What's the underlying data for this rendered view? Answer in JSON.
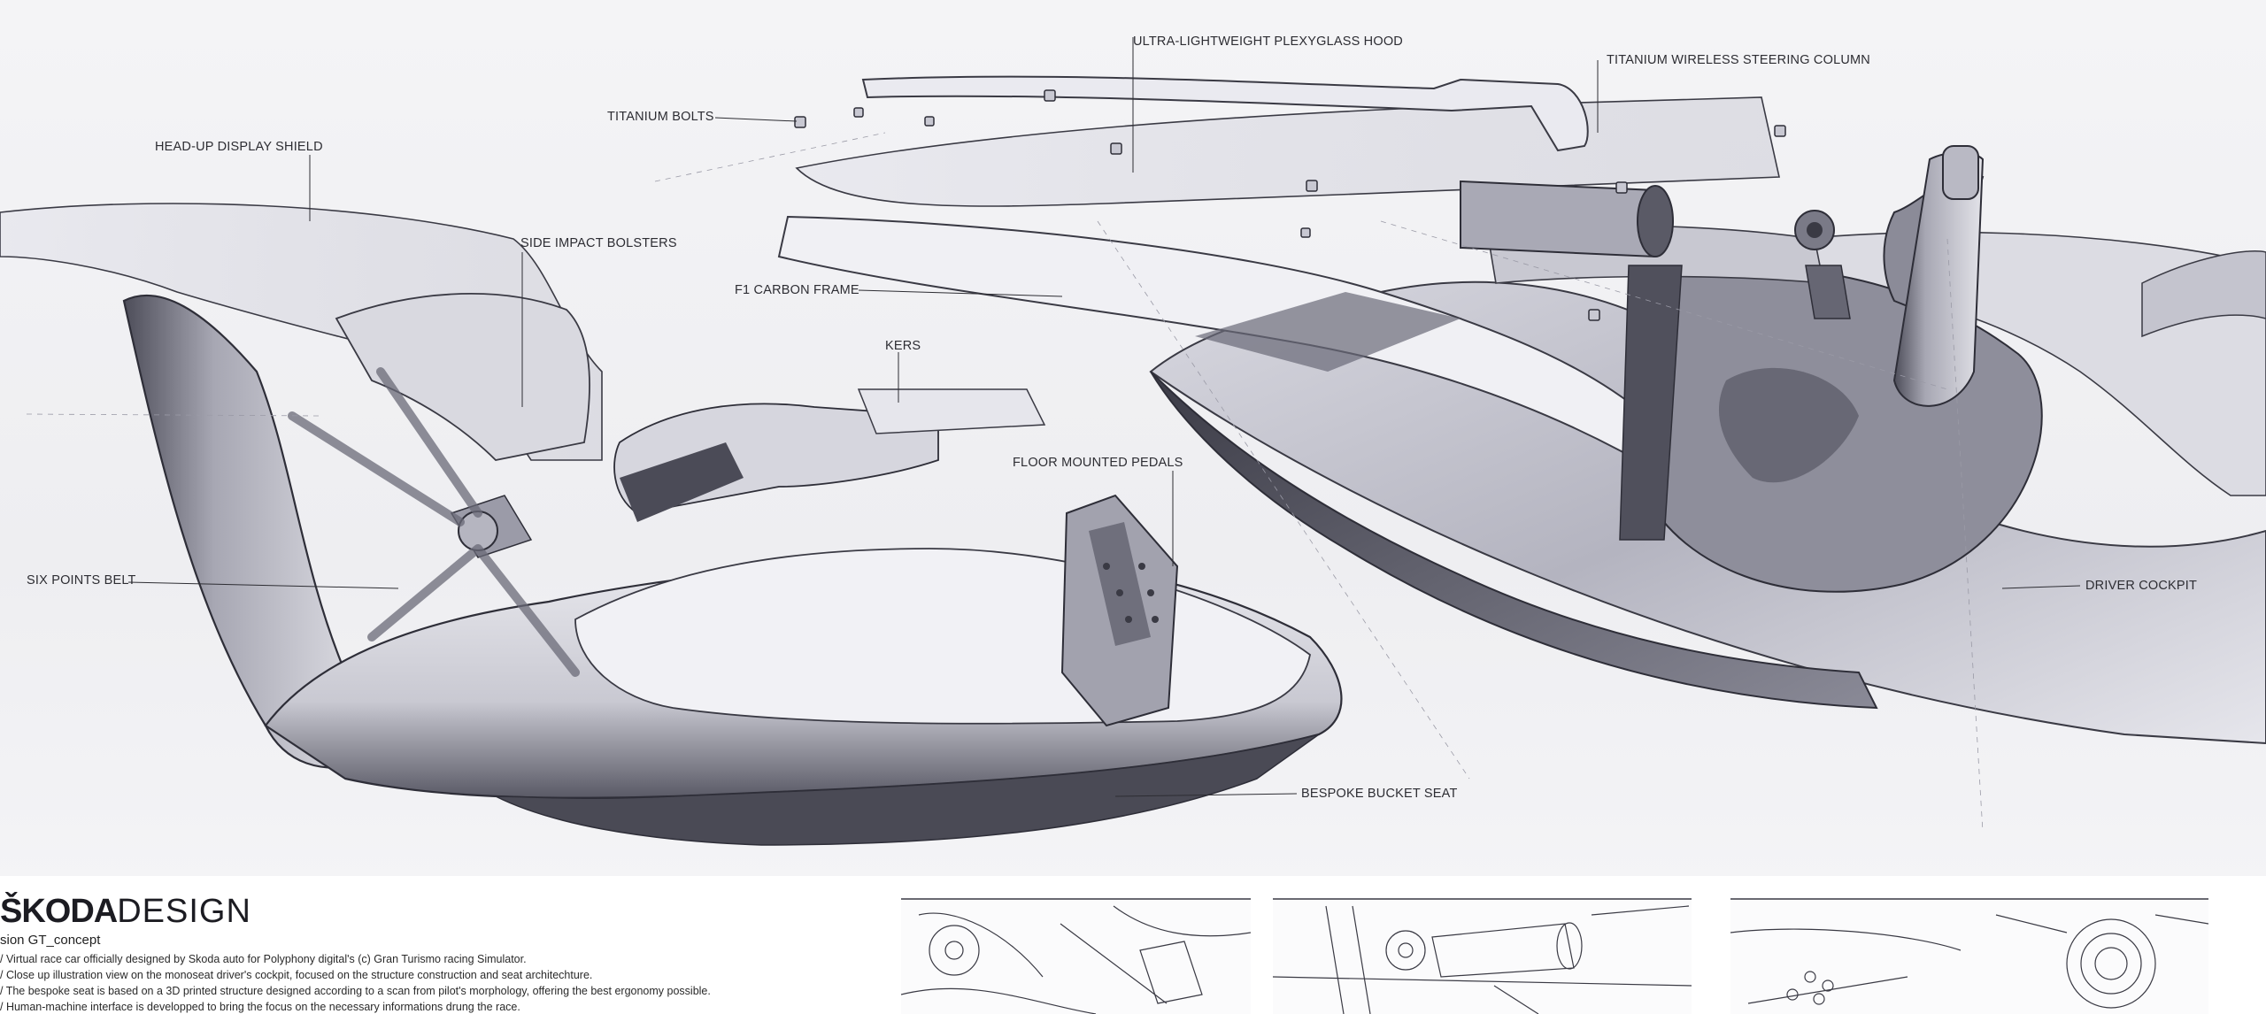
{
  "callouts": {
    "hud_shield": "HEAD-UP DISPLAY SHIELD",
    "titanium_bolts": "TITANIUM BOLTS",
    "hood": "ULTRA-LIGHTWEIGHT PLEXYGLASS HOOD",
    "steering": "TITANIUM WIRELESS STEERING COLUMN",
    "side_bolsters": "SIDE IMPACT BOLSTERS",
    "carbon_frame": "F1 CARBON FRAME",
    "kers": "KERS",
    "pedals": "FLOOR MOUNTED PEDALS",
    "belt": "SIX POINTS BELT",
    "cockpit": "DRIVER COCKPIT",
    "seat": "BESPOKE BUCKET SEAT"
  },
  "footer": {
    "brand_bold": "ŠKODA",
    "brand_light": "DESIGN",
    "subtitle": "sion GT_concept",
    "lines": [
      "/ Virtual race car officially designed by Skoda auto for Polyphony digital's (c) Gran Turismo racing Simulator.",
      "/ Close up illustration view on the monoseat driver's cockpit, focused on the structure construction and seat architechture.",
      "/ The bespoke seat is based on a 3D printed structure designed according to a scan from pilot's morphology, offering the best ergonomy possible.",
      "/ Human-machine interface is developped to bring the focus on the necessary informations drung the race."
    ]
  },
  "colors": {
    "line": "#3a3a44",
    "shade_dark": "#4a4a55",
    "shade_mid": "#9a9aa6",
    "paper": "#f2f2f5"
  },
  "thumbnails": [
    "pedal-detail-sketch",
    "steering-column-sketch",
    "wheel-hub-sketch"
  ]
}
